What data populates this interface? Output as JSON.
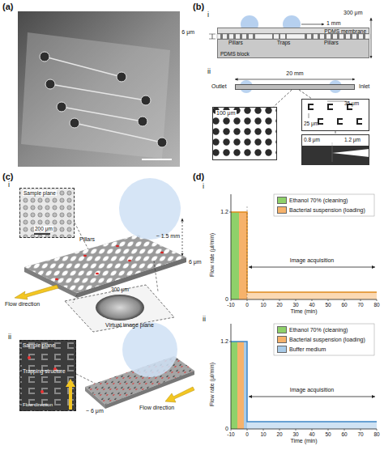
{
  "diagram": {
    "nodes": [
      {
        "text": [
          "PDMS membrane"
        ]
      },
      {
        "text": [
          "PDMS block"
        ]
      },
      {
        "text": [
          "Outlet",
          "Inlet"
        ]
      },
      {
        "text": [
          "100 μm"
        ]
      },
      {
        "text": [
          "25 μm",
          "35 μm"
        ]
      },
      {
        "text": [
          "0.8 μm",
          "1.2 μm"
        ]
      },
      {
        "text": [
          "Sample plane",
          "200 μm"
        ]
      },
      {
        "text": [
          "Sample plane",
          "Trapping structure",
          "Flow direction"
        ]
      }
    ],
    "edges": [
      {
        "from": 2,
        "to": 3,
        "arrow": "none"
      },
      {
        "from": 2,
        "to": 4,
        "arrow": "none"
      },
      {
        "from": 4,
        "to": 5,
        "arrow": "none"
      }
    ],
    "labels": [
      "(a)",
      "(b)",
      "i",
      "300 μm",
      "6 μm",
      "1 mm",
      "Pillars",
      "Traps",
      "Pillars",
      "ii",
      "20 mm",
      "(c)",
      "i",
      "Pillars",
      "6 μm",
      "~ 1.5 mm",
      "Flow direction",
      "Virtual image plane",
      "300 μm",
      "ii",
      "~ 6 μm",
      "Flow direction",
      "(d)",
      "i",
      "Flow rate (μl/min)",
      "Time (min)",
      "Image acquisition",
      "1.2",
      "0",
      "-10",
      "0",
      "10",
      "20",
      "30",
      "40",
      "50",
      "60",
      "70",
      "80",
      "ii",
      "Flow rate (μl/min)",
      "Time (min)",
      "Image acquisition",
      "1.2",
      "0",
      "-10",
      "0",
      "10",
      "20",
      "30",
      "40",
      "50",
      "60",
      "70",
      "80"
    ],
    "legend": [
      {
        "text": "Ethanol 70% (cleaning)",
        "color": "#8fd16a"
      },
      {
        "text": "Bacterial suspension (loading)",
        "color": "#f6b26b"
      },
      {
        "text": "Ethanol 70% (cleaning)",
        "color": "#8fd16a"
      },
      {
        "text": "Bacterial suspension (loading)",
        "color": "#f6b26b"
      },
      {
        "text": "Buffer medium",
        "color": "#a9cbe8"
      }
    ]
  }
}
